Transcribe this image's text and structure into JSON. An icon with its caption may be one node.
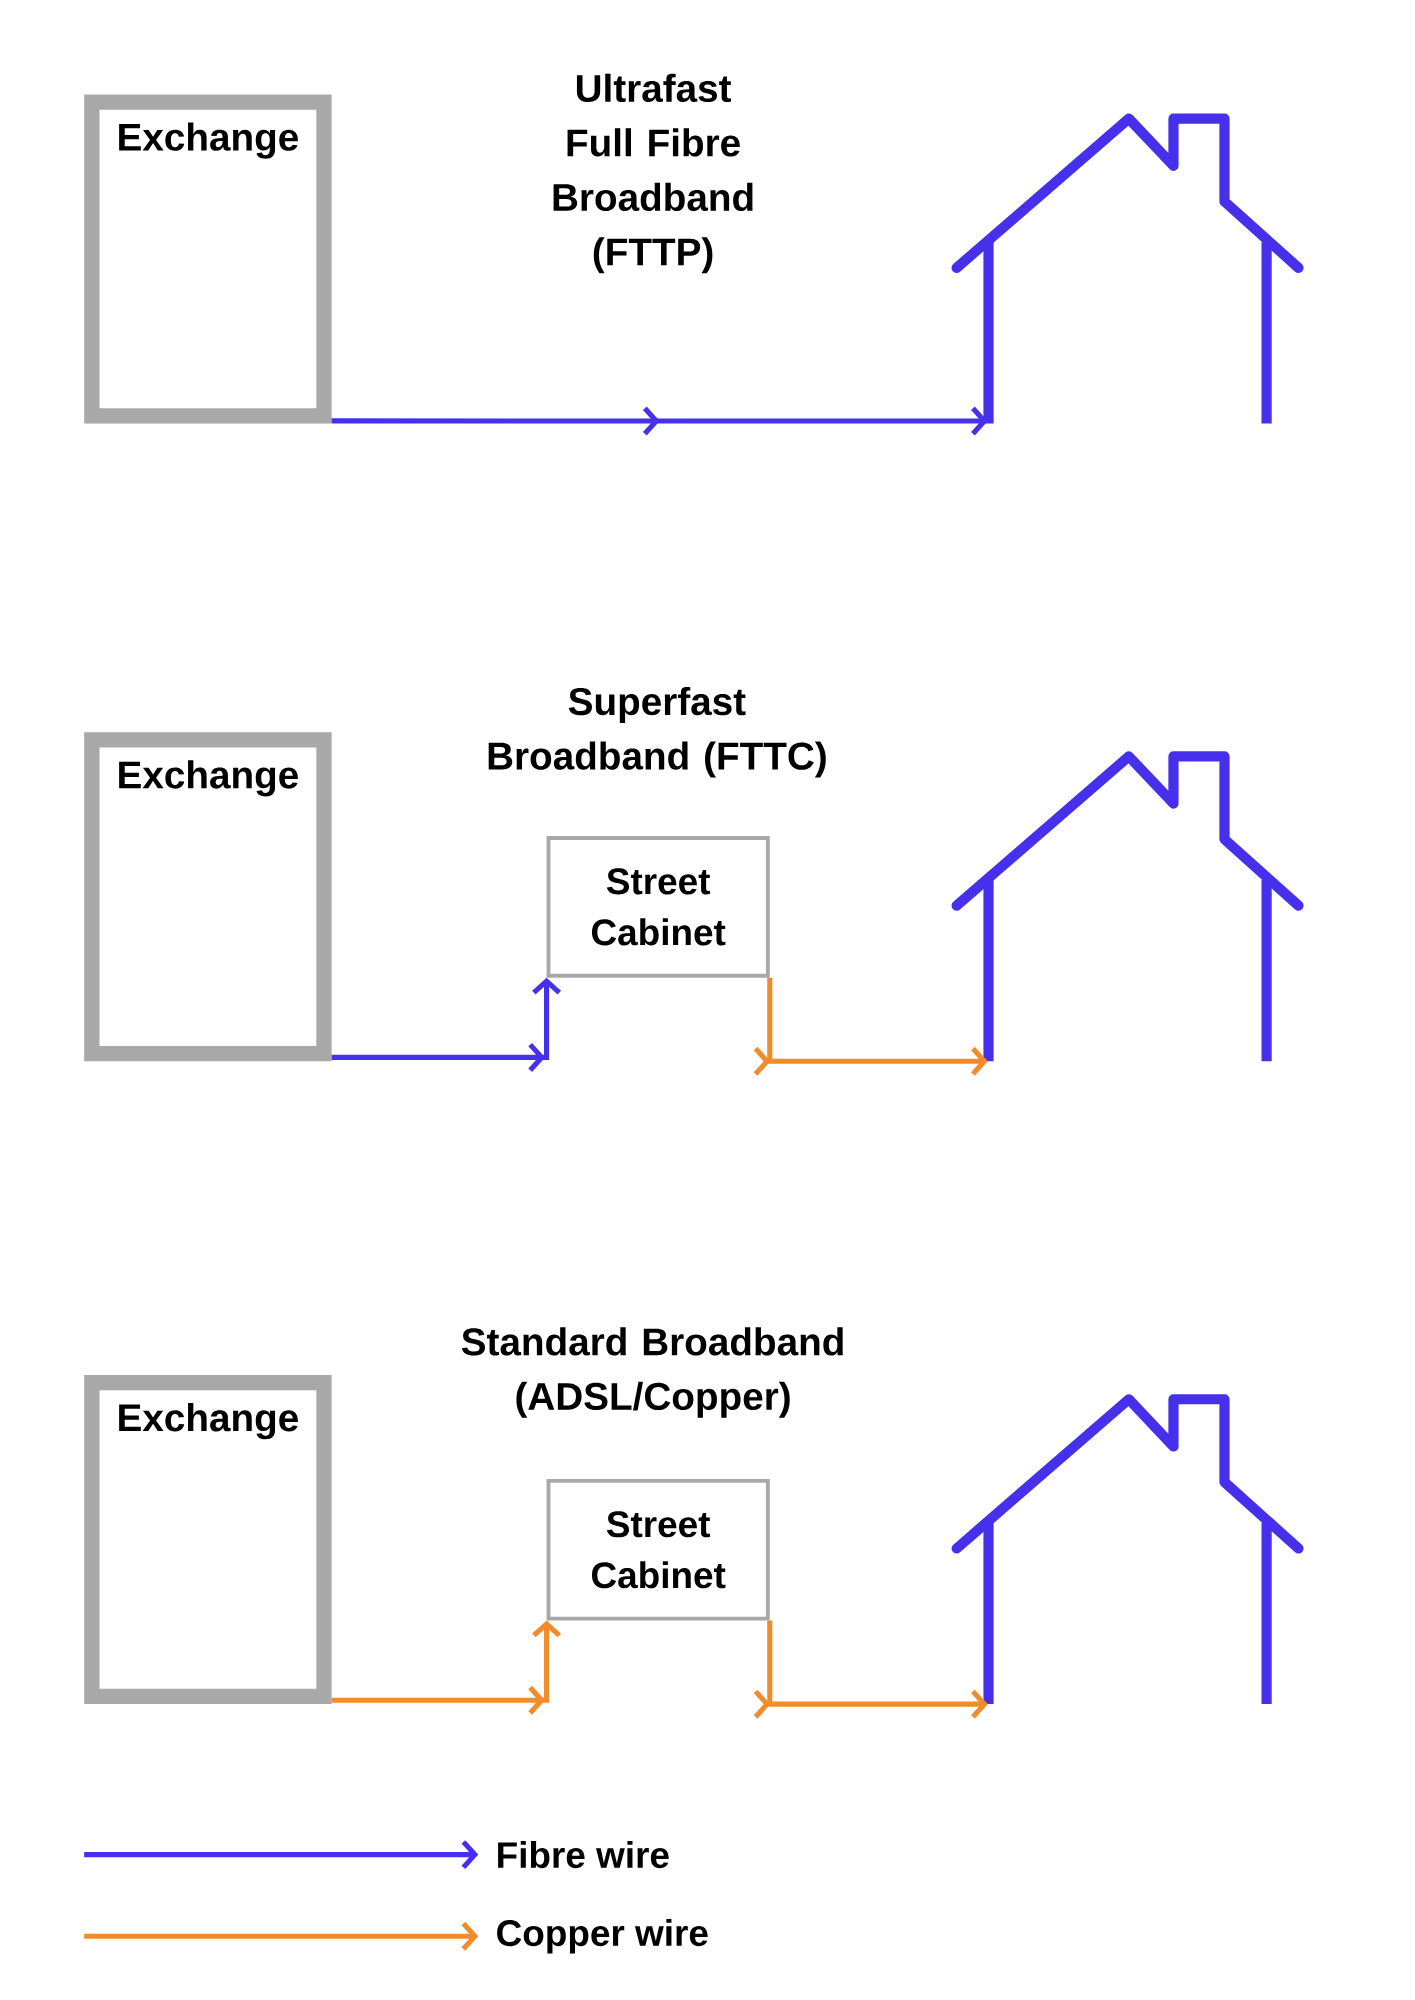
{
  "diagram": {
    "nodes": [
      {
        "text": [
          "Exchange"
        ]
      },
      {
        "text": [],
        "shape": "house"
      },
      {
        "text": [
          "Exchange"
        ]
      },
      {
        "text": [
          "Street Cabinet"
        ]
      },
      {
        "text": [],
        "shape": "house"
      },
      {
        "text": [
          "Exchange"
        ]
      },
      {
        "text": [
          "Street Cabinet"
        ]
      },
      {
        "text": [],
        "shape": "house"
      }
    ],
    "edges": [
      {
        "from": 0,
        "to": 1,
        "arrow": "to",
        "color": "#4630eb"
      },
      {
        "from": 2,
        "to": 3,
        "arrow": "to",
        "color": "#4630eb"
      },
      {
        "from": 3,
        "to": 4,
        "arrow": "to",
        "color": "#f08c2c"
      },
      {
        "from": 5,
        "to": 6,
        "arrow": "to",
        "color": "#f08c2c"
      },
      {
        "from": 6,
        "to": 7,
        "arrow": "to",
        "color": "#f08c2c"
      }
    ],
    "labels": [
      "Ultrafast Full Fibre Broadband (FTTP)",
      "Superfast Broadband (FTTC)",
      "Standard Broadband (ADSL/Copper)"
    ],
    "legend": [
      {
        "text": "Fibre wire",
        "color": "#4630eb"
      },
      {
        "text": "Copper wire",
        "color": "#f08c2c"
      }
    ]
  }
}
